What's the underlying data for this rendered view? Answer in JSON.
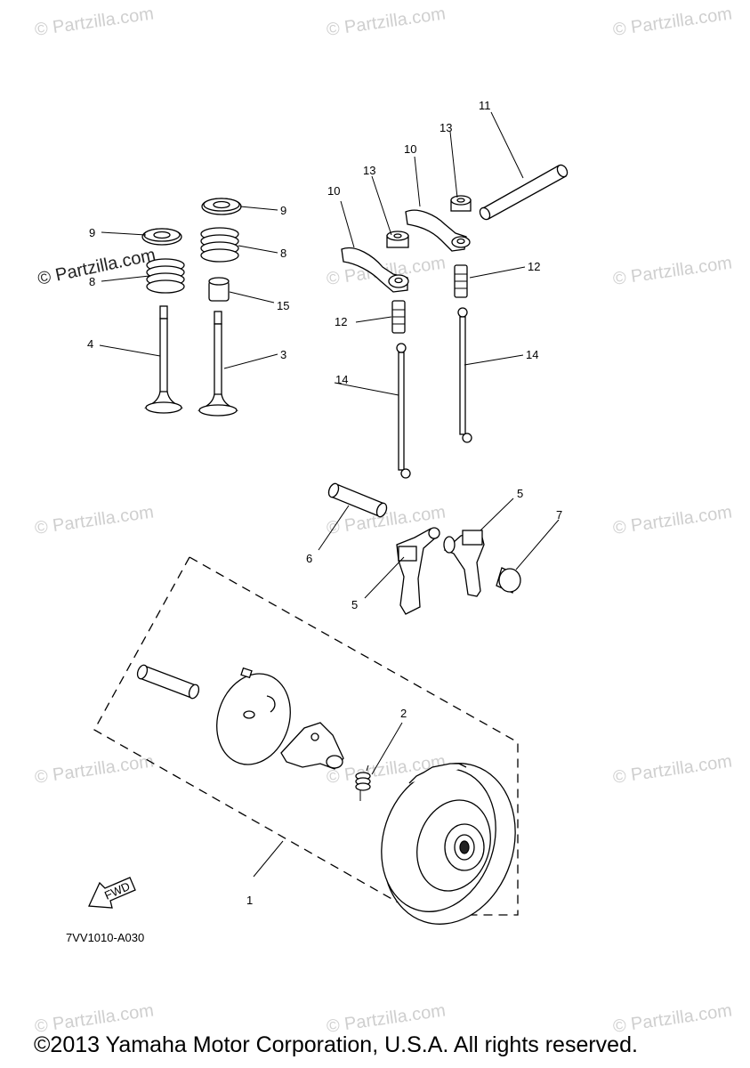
{
  "diagram": {
    "figure_code": "7VV1010-A030",
    "copyright": "©2013 Yamaha Motor Corporation, U.S.A. All rights reserved.",
    "direction_arrow": "FWD",
    "watermark": "© Partzilla.com",
    "callouts": {
      "c1": "1",
      "c2": "2",
      "c3": "3",
      "c4": "4",
      "c5a": "5",
      "c5b": "5",
      "c6": "6",
      "c7": "7",
      "c8a": "8",
      "c8b": "8",
      "c9a": "9",
      "c9b": "9",
      "c10a": "10",
      "c10b": "10",
      "c11": "11",
      "c12a": "12",
      "c12b": "12",
      "c13a": "13",
      "c13b": "13",
      "c14a": "14",
      "c14b": "14",
      "c15": "15"
    }
  }
}
